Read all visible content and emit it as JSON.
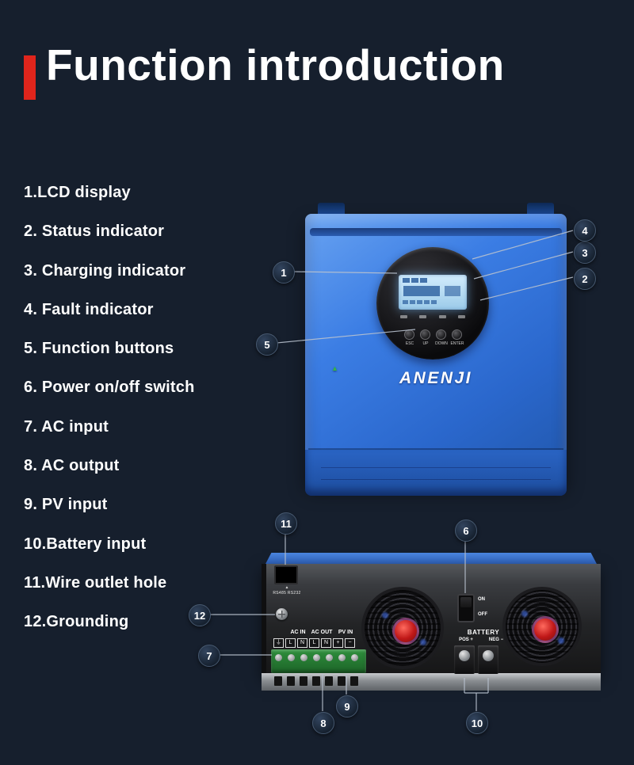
{
  "page": {
    "title": "Function introduction"
  },
  "features": [
    "1.LCD display",
    "2. Status indicator",
    "3. Charging indicator",
    "4. Fault indicator",
    "5. Function buttons",
    "6. Power on/off switch",
    "7. AC input",
    "8. AC output",
    "9. PV input",
    "10.Battery input",
    "11.Wire outlet hole",
    "12.Grounding"
  ],
  "callouts": {
    "n1": "1",
    "n2": "2",
    "n3": "3",
    "n4": "4",
    "n5": "5",
    "n6": "6",
    "n7": "7",
    "n8": "8",
    "n9": "9",
    "n10": "10",
    "n11": "11",
    "n12": "12"
  },
  "front_unit": {
    "brand": "ANENJI",
    "buttons": {
      "esc": "ESC",
      "up": "UP",
      "down": "DOWN",
      "enter": "ENTER"
    }
  },
  "rear_unit": {
    "port_label": "RS485 RS232",
    "labels": {
      "ac_in": "AC IN",
      "ac_out": "AC OUT",
      "pv_in": "PV IN",
      "battery": "BATTERY",
      "pos": "POS +",
      "neg": "NEG −",
      "on": "ON",
      "off": "OFF"
    },
    "terminal_letters": [
      "L",
      "N",
      "L",
      "N",
      "+",
      "−"
    ]
  },
  "icons": {
    "triangle": "▲",
    "ground": "⏚"
  },
  "colors": {
    "background": "#161f2d",
    "accent_red": "#e0251c",
    "inverter_blue": "#2e6fd0",
    "lcd_blue": "#bfe3f7",
    "logo_green": "#37b34a"
  }
}
